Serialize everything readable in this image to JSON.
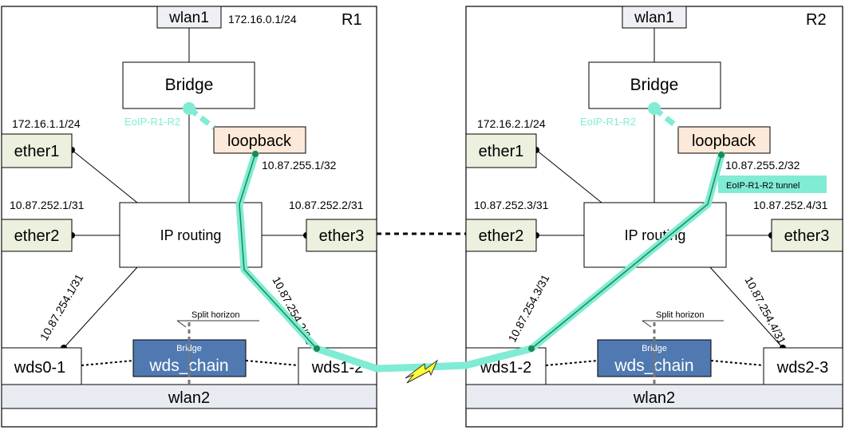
{
  "colors": {
    "outline": "#000000",
    "wlan_fill": "#eef0f6",
    "wlan_band": "#e8ebf2",
    "ether_fill": "#ebf1de",
    "loopback_fill": "#fde9d9",
    "wds_chain_fill": "#4f79b0",
    "tunnel": "#7fecd3",
    "tunnel_line": "#1a8a58",
    "eoip_label": "#7fecd3",
    "lightning": "#ffff33"
  },
  "routers": [
    {
      "name": "R1",
      "wlan1_label": "wlan1",
      "wlan1_ip": "172.16.0.1/24",
      "bridge_label": "Bridge",
      "eoip_label": "EoIP-R1-R2",
      "loopback_label": "loopback",
      "loopback_ip": "10.87.255.1/32",
      "routing_label": "IP routing",
      "ports": [
        {
          "label": "ether1",
          "ip": "172.16.1.1/24"
        },
        {
          "label": "ether2",
          "ip": "10.87.252.1/31"
        },
        {
          "label": "ether3",
          "ip": "10.87.252.2/31"
        }
      ],
      "wds_left": {
        "label": "wds0-1",
        "ip": "10.87.254.1/31"
      },
      "wds_right": {
        "label": "wds1-2",
        "ip": "10.87.254.2/31"
      },
      "split_horizon": "Split horizon",
      "wds_chain_sub": "Bridge",
      "wds_chain_label": "wds_chain",
      "wlan2_label": "wlan2"
    },
    {
      "name": "R2",
      "wlan1_label": "wlan1",
      "bridge_label": "Bridge",
      "eoip_label": "EoIP-R1-R2",
      "loopback_label": "loopback",
      "loopback_ip": "10.87.255.2/32",
      "tunnel_label": "EoIP-R1-R2 tunnel",
      "routing_label": "IP routing",
      "ports": [
        {
          "label": "ether1",
          "ip": "172.16.2.1/24"
        },
        {
          "label": "ether2",
          "ip": "10.87.252.3/31"
        },
        {
          "label": "ether3",
          "ip": "10.87.252.4/31"
        }
      ],
      "wds_left": {
        "label": "wds1-2",
        "ip": "10.87.254.3/31"
      },
      "wds_right": {
        "label": "wds2-3",
        "ip": "10.87.254.4/31"
      },
      "split_horizon": "Split horizon",
      "wds_chain_sub": "Bridge",
      "wds_chain_label": "wds_chain",
      "wlan2_label": "wlan2"
    }
  ]
}
